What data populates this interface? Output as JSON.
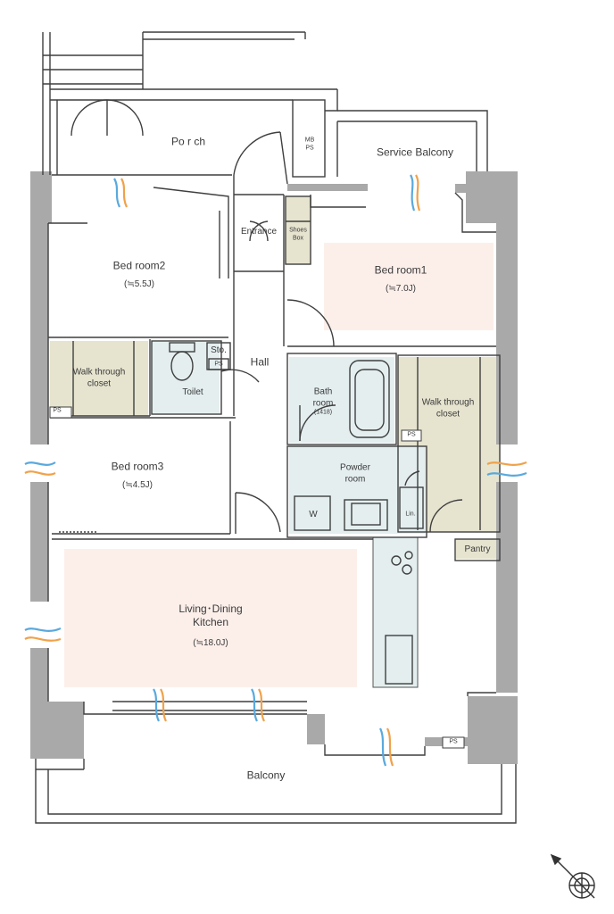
{
  "rooms": {
    "porch": "Po r ch",
    "service_balcony": "Service Balcony",
    "mbps": "MB\nPS",
    "entrance": "Entrance",
    "shoes_box": "Shoes\nBox",
    "bedroom2": "Bed room2",
    "bedroom2_size": "(≒5.5J)",
    "bedroom1": "Bed room1",
    "bedroom1_size": "(≒7.0J)",
    "walk_closet_left": "Walk through\ncloset",
    "storage": "Sto.",
    "toilet": "Toilet",
    "hall": "Hall",
    "bath": "Bath\nroom",
    "bath_size": "(1418)",
    "walk_closet_right": "Walk through\ncloset",
    "bedroom3": "Bed room3",
    "bedroom3_size": "(≒4.5J)",
    "powder": "Powder\nroom",
    "washer": "W",
    "linen": "Lin.",
    "pantry": "Pantry",
    "ldk": "Living･Dining\nKitchen",
    "ldk_size": "(≒18.0J)",
    "balcony": "Balcony",
    "ps": "PS"
  },
  "colors": {
    "wall": "#a9a9a9",
    "line": "#3f3f3f",
    "room_pink": "#fcefea",
    "closet_khaki": "#e6e4cf",
    "wet_blue": "#e4eeef",
    "window_blue": "#5aa9dd",
    "window_orange": "#f0a24a"
  }
}
